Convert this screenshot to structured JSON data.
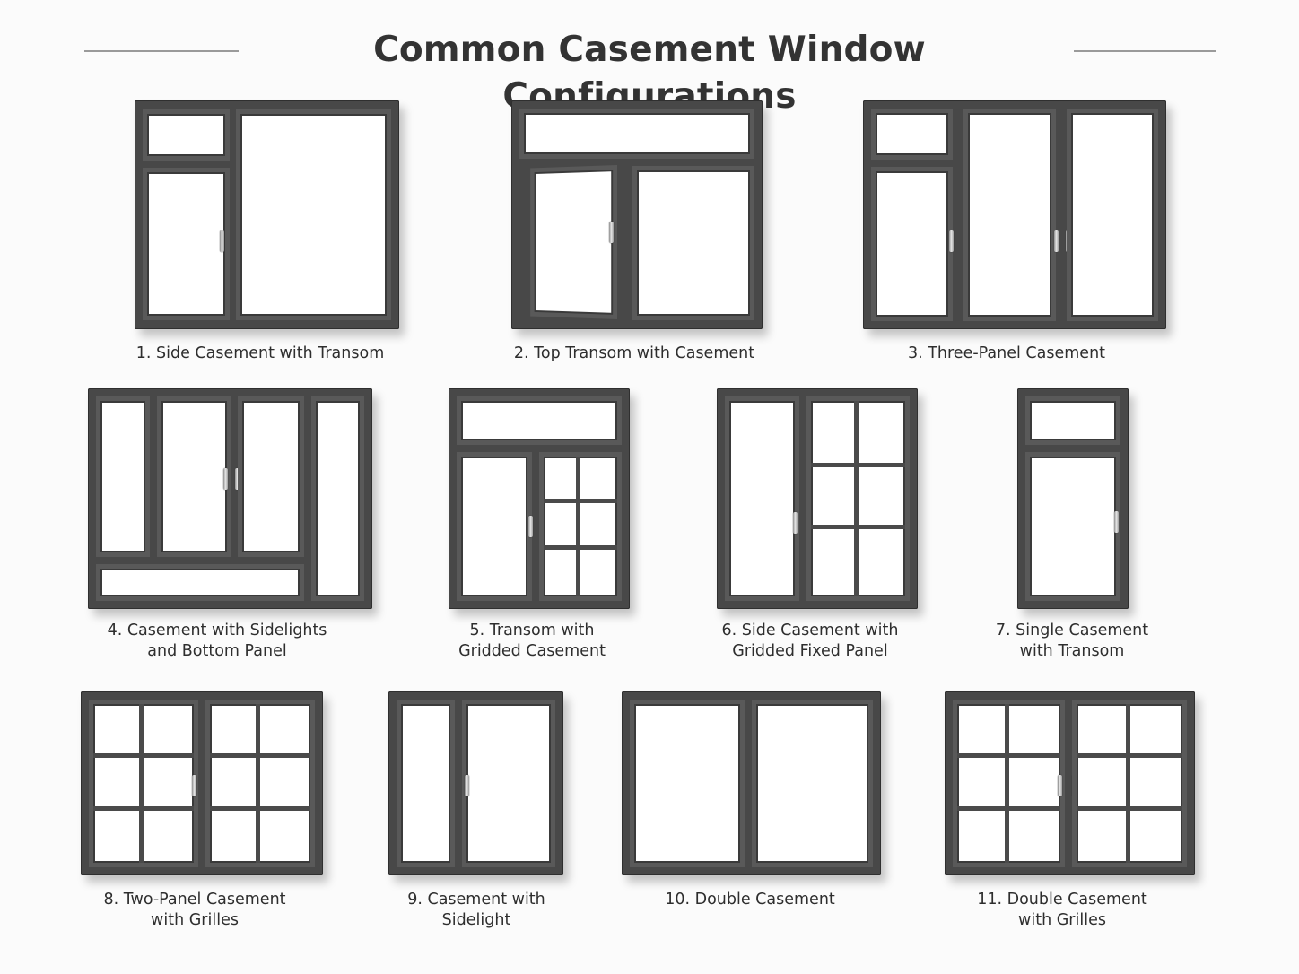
{
  "page": {
    "title": "Common Casement Window Configurations",
    "colors": {
      "frame": "#484848",
      "glass": "#ffffff",
      "handle": "#cfcfcf",
      "rule": "#9a9a9a",
      "text": "#2e2e2e"
    }
  },
  "windows": [
    {
      "id": 1,
      "caption_lines": [
        "1. Side Casement with Transom"
      ]
    },
    {
      "id": 2,
      "caption_lines": [
        "2. Top Transom with Casement"
      ]
    },
    {
      "id": 3,
      "caption_lines": [
        "3. Three-Panel Casement"
      ]
    },
    {
      "id": 4,
      "caption_lines": [
        "4. Casement with Sidelights",
        "and Bottom Panel"
      ]
    },
    {
      "id": 5,
      "caption_lines": [
        "5. Transom with",
        "Gridded Casement"
      ]
    },
    {
      "id": 6,
      "caption_lines": [
        "6. Side Casement with",
        "Gridded Fixed Panel"
      ]
    },
    {
      "id": 7,
      "caption_lines": [
        "7. Single Casement",
        "with Transom"
      ]
    },
    {
      "id": 8,
      "caption_lines": [
        "8. Two-Panel Casement",
        "with Grilles"
      ]
    },
    {
      "id": 9,
      "caption_lines": [
        "9. Casement with",
        "Sidelight"
      ]
    },
    {
      "id": 10,
      "caption_lines": [
        "10. Double Casement"
      ]
    },
    {
      "id": 11,
      "caption_lines": [
        "11. Double Casement",
        "with Grilles"
      ]
    }
  ]
}
